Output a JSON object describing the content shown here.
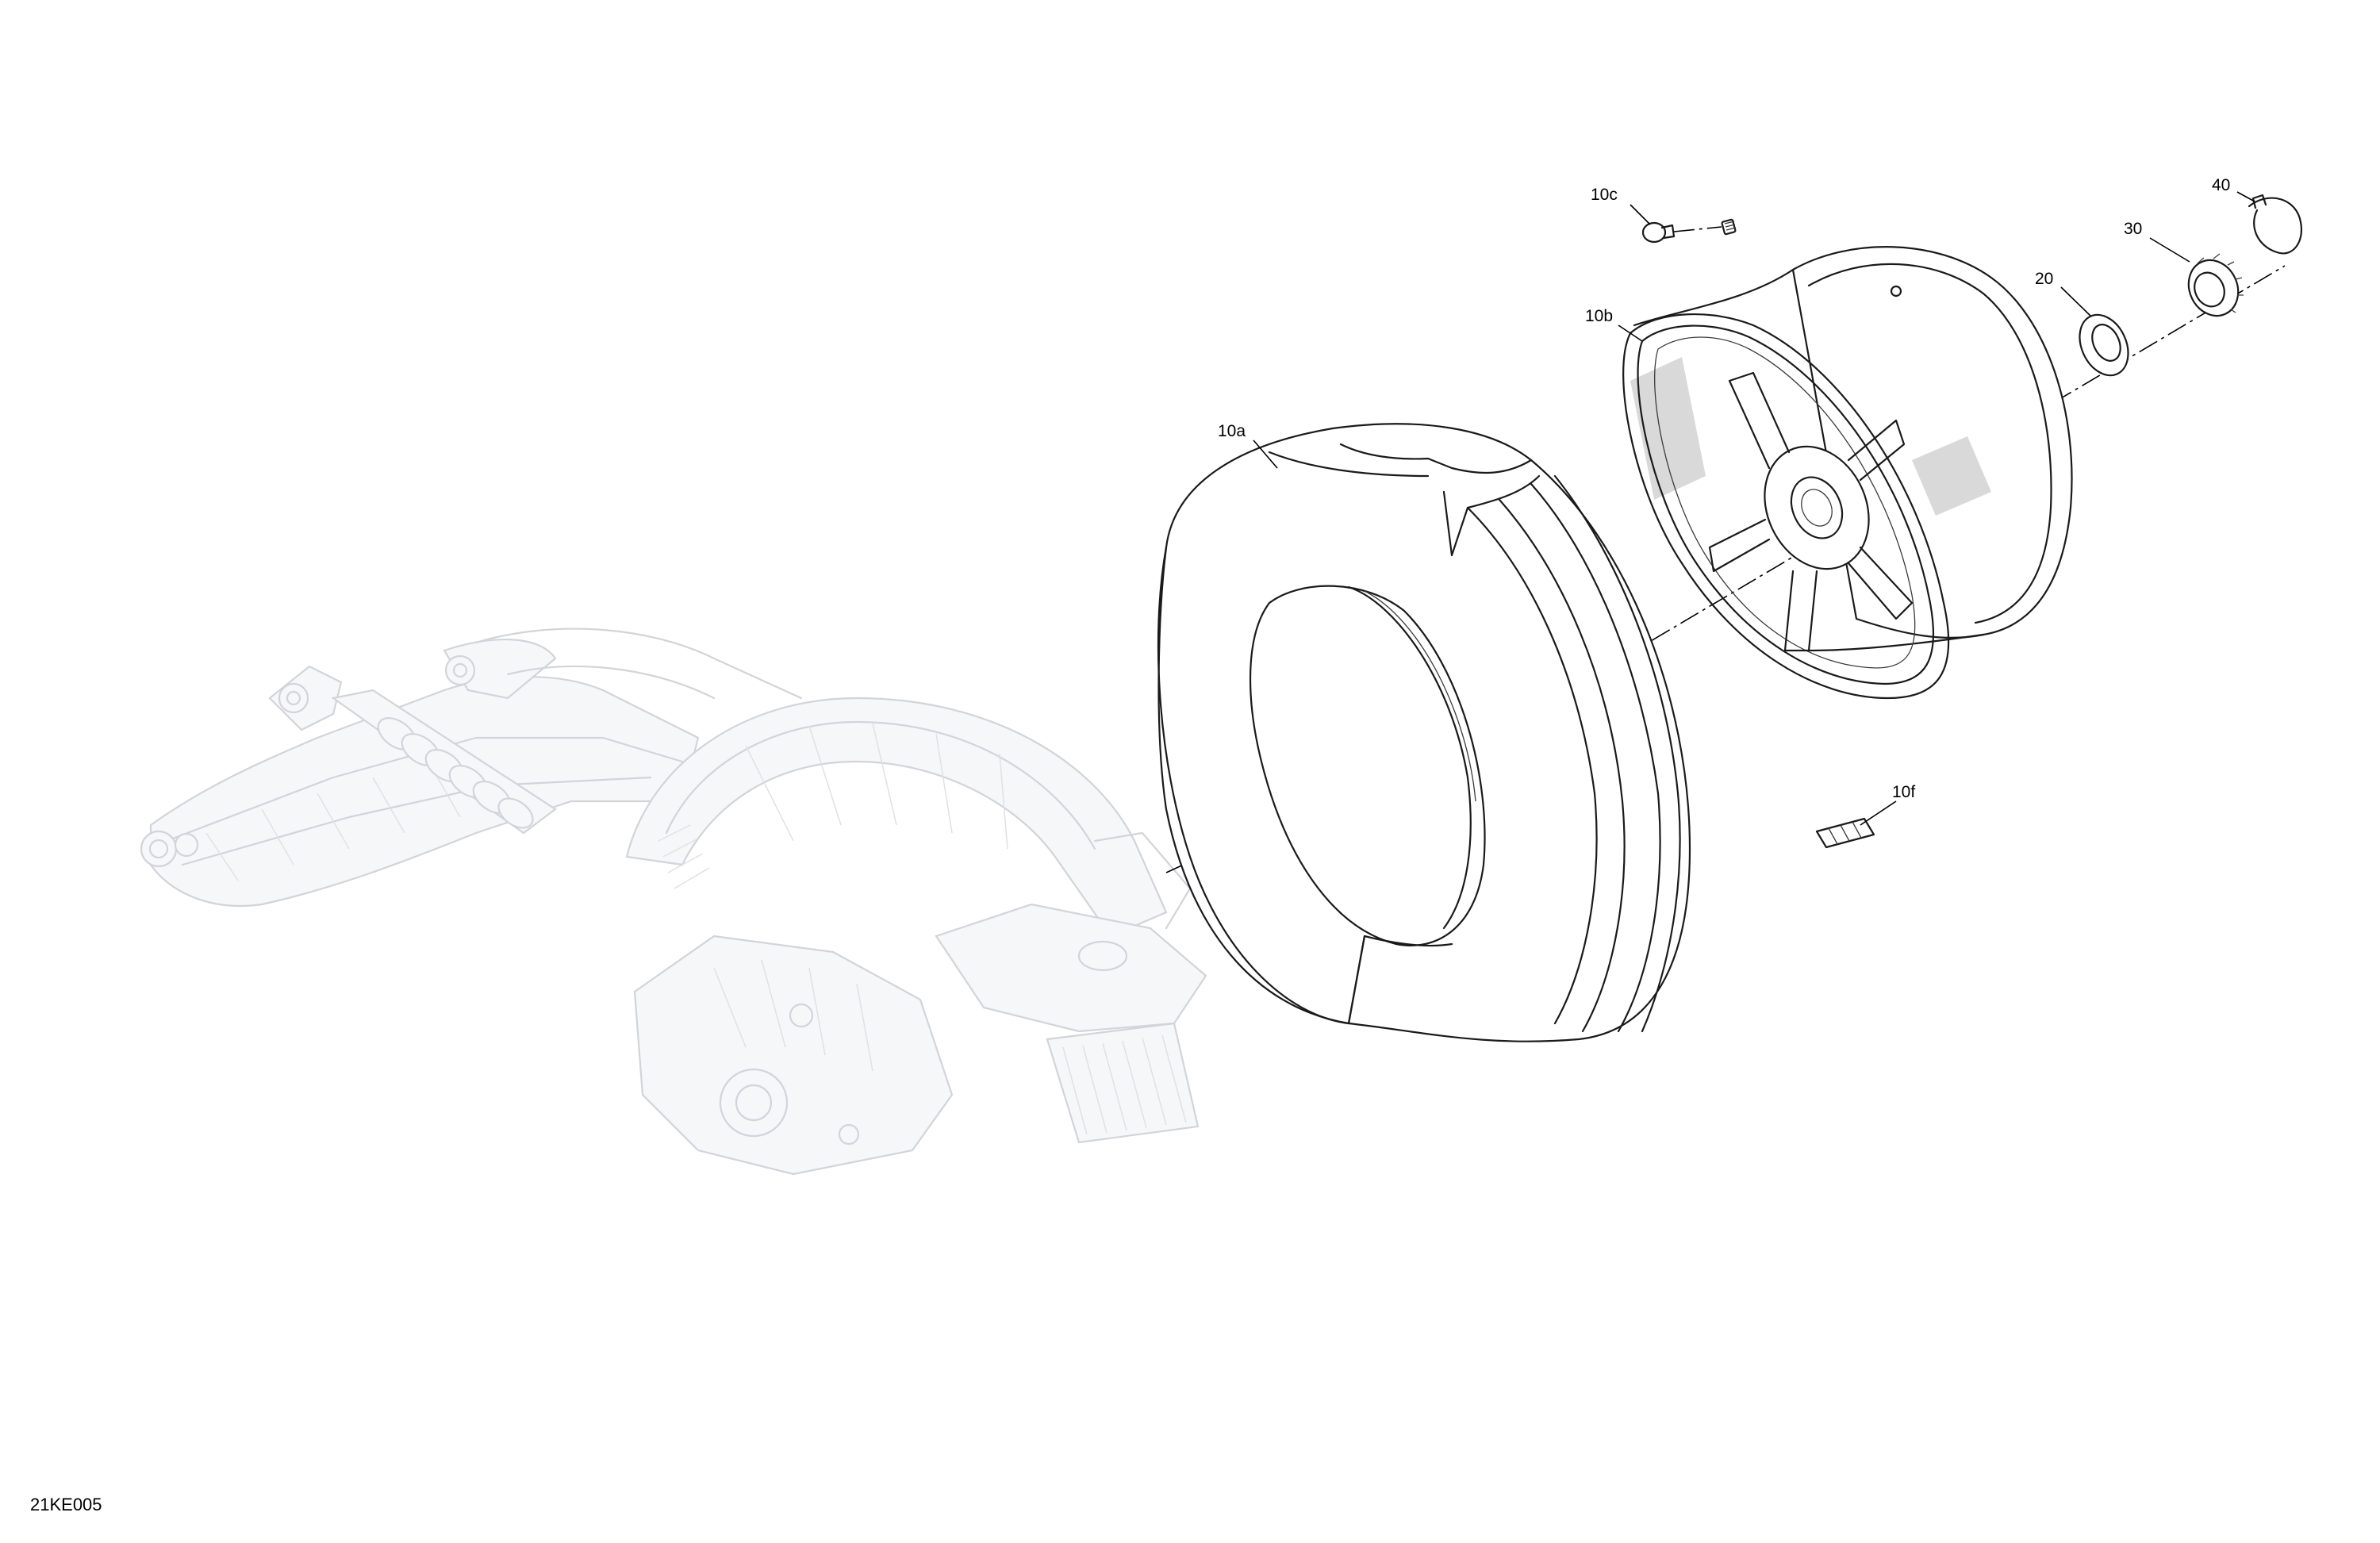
{
  "callouts": {
    "c10c": "10c",
    "c10b": "10b",
    "c10a": "10a",
    "c20": "20",
    "c30": "30",
    "c40": "40",
    "c10f": "10f"
  },
  "figure_id": "21KE005",
  "colors": {
    "ink": "#1a1a1a",
    "ghost": "#d2d4d8",
    "rim_band": "#d9d9d9"
  }
}
